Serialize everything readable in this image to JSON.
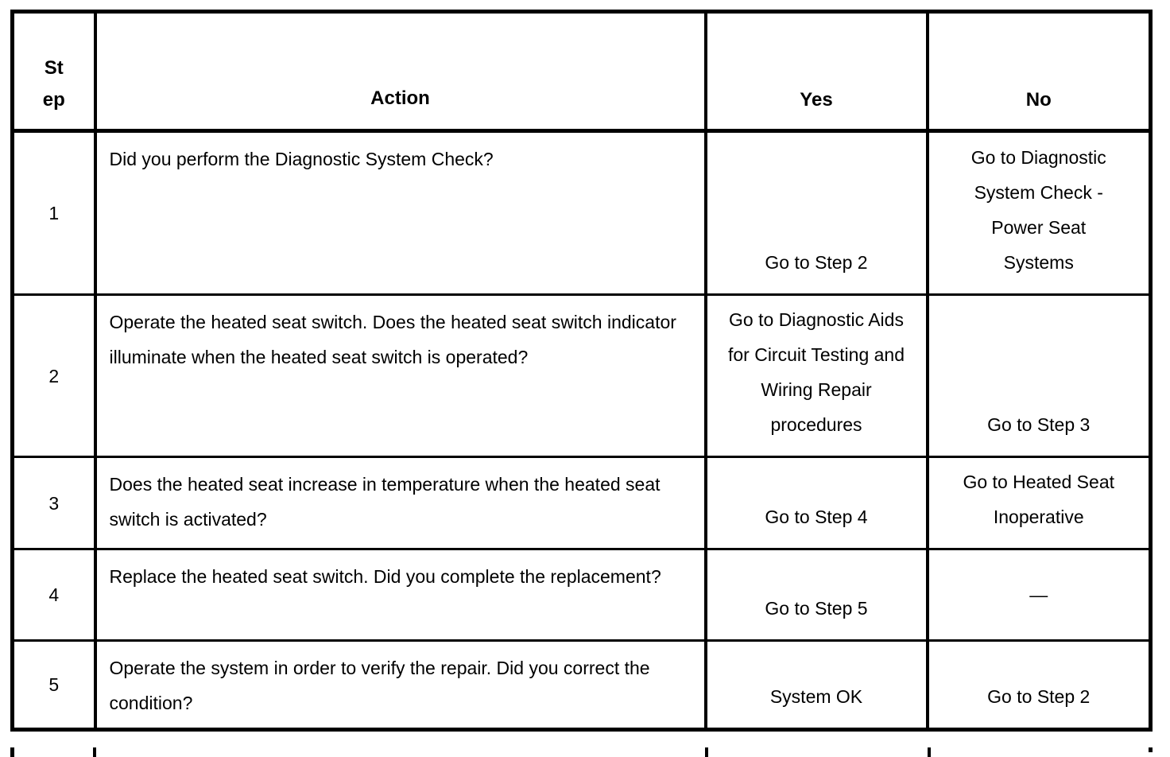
{
  "table": {
    "headers": {
      "step": "St ep",
      "action": "Action",
      "yes": "Yes",
      "no": "No"
    },
    "rows": [
      {
        "step": "1",
        "action": "Did you perform the Diagnostic System Check?",
        "yes": "Go to Step 2",
        "no": "Go to Diagnostic System Check - Power Seat Systems"
      },
      {
        "step": "2",
        "action": "Operate the heated seat switch. Does the heated seat switch indicator illuminate when the heated seat switch is operated?",
        "yes": "Go to Diagnostic Aids for Circuit Testing and Wiring Repair procedures",
        "no": "Go to Step 3"
      },
      {
        "step": "3",
        "action": "Does the heated seat increase in temperature when the heated seat switch is activated?",
        "yes": "Go to Step 4",
        "no": "Go to Heated Seat Inoperative"
      },
      {
        "step": "4",
        "action": "Replace the heated seat switch. Did you complete the replacement?",
        "yes": "Go to Step 5",
        "no": "—"
      },
      {
        "step": "5",
        "action": "Operate the system in order to verify the repair. Did you correct the condition?",
        "yes": "System OK",
        "no": "Go to Step 2"
      }
    ],
    "colors": {
      "border": "#000000",
      "background": "#ffffff",
      "text": "#000000"
    }
  }
}
